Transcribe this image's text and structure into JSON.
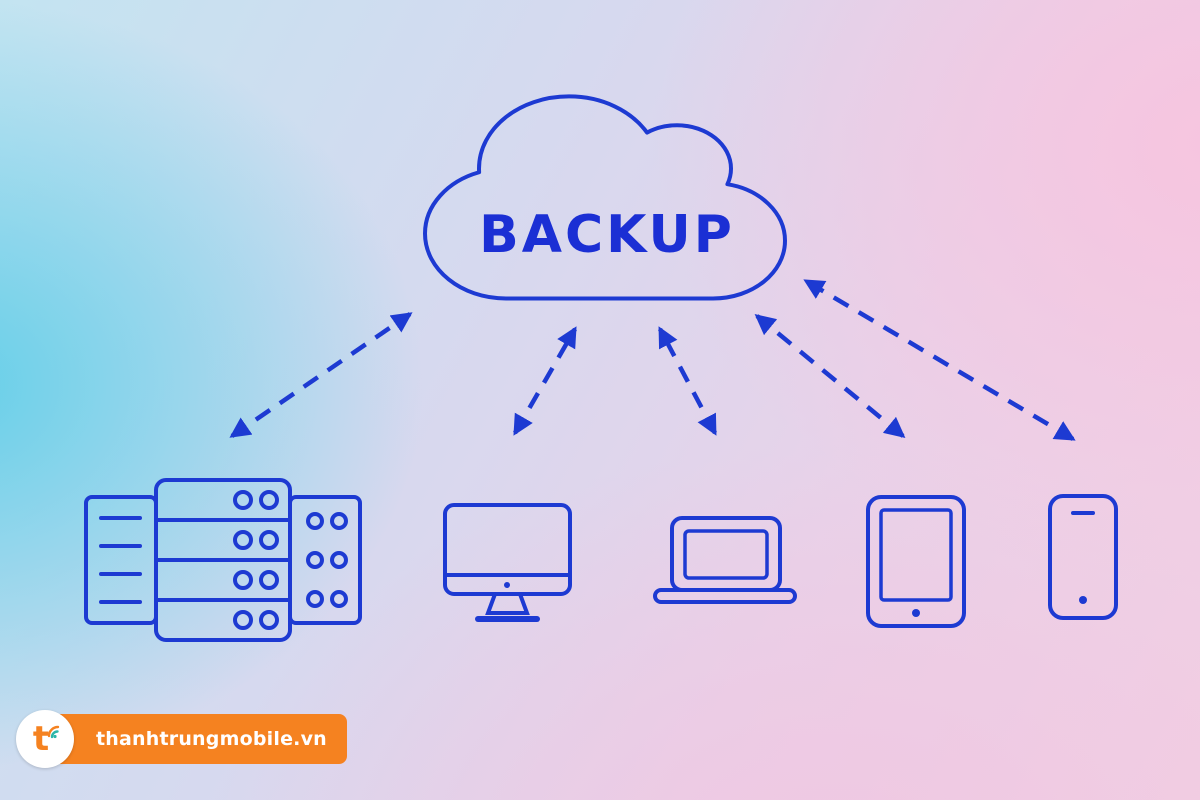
{
  "diagram": {
    "cloud_label": "BACKUP",
    "accent_color": "#1d3ad2",
    "devices": [
      {
        "name": "server",
        "icon": "server-icon"
      },
      {
        "name": "desktop-computer",
        "icon": "desktop-icon"
      },
      {
        "name": "laptop",
        "icon": "laptop-icon"
      },
      {
        "name": "tablet",
        "icon": "tablet-icon"
      },
      {
        "name": "smartphone",
        "icon": "smartphone-icon"
      }
    ],
    "connection_count": 5,
    "connection_style": "dashed-double-arrow"
  },
  "watermark": {
    "text": "thanhtrungmobile.vn",
    "logo_letter": "t",
    "pill_color": "#f58220"
  }
}
